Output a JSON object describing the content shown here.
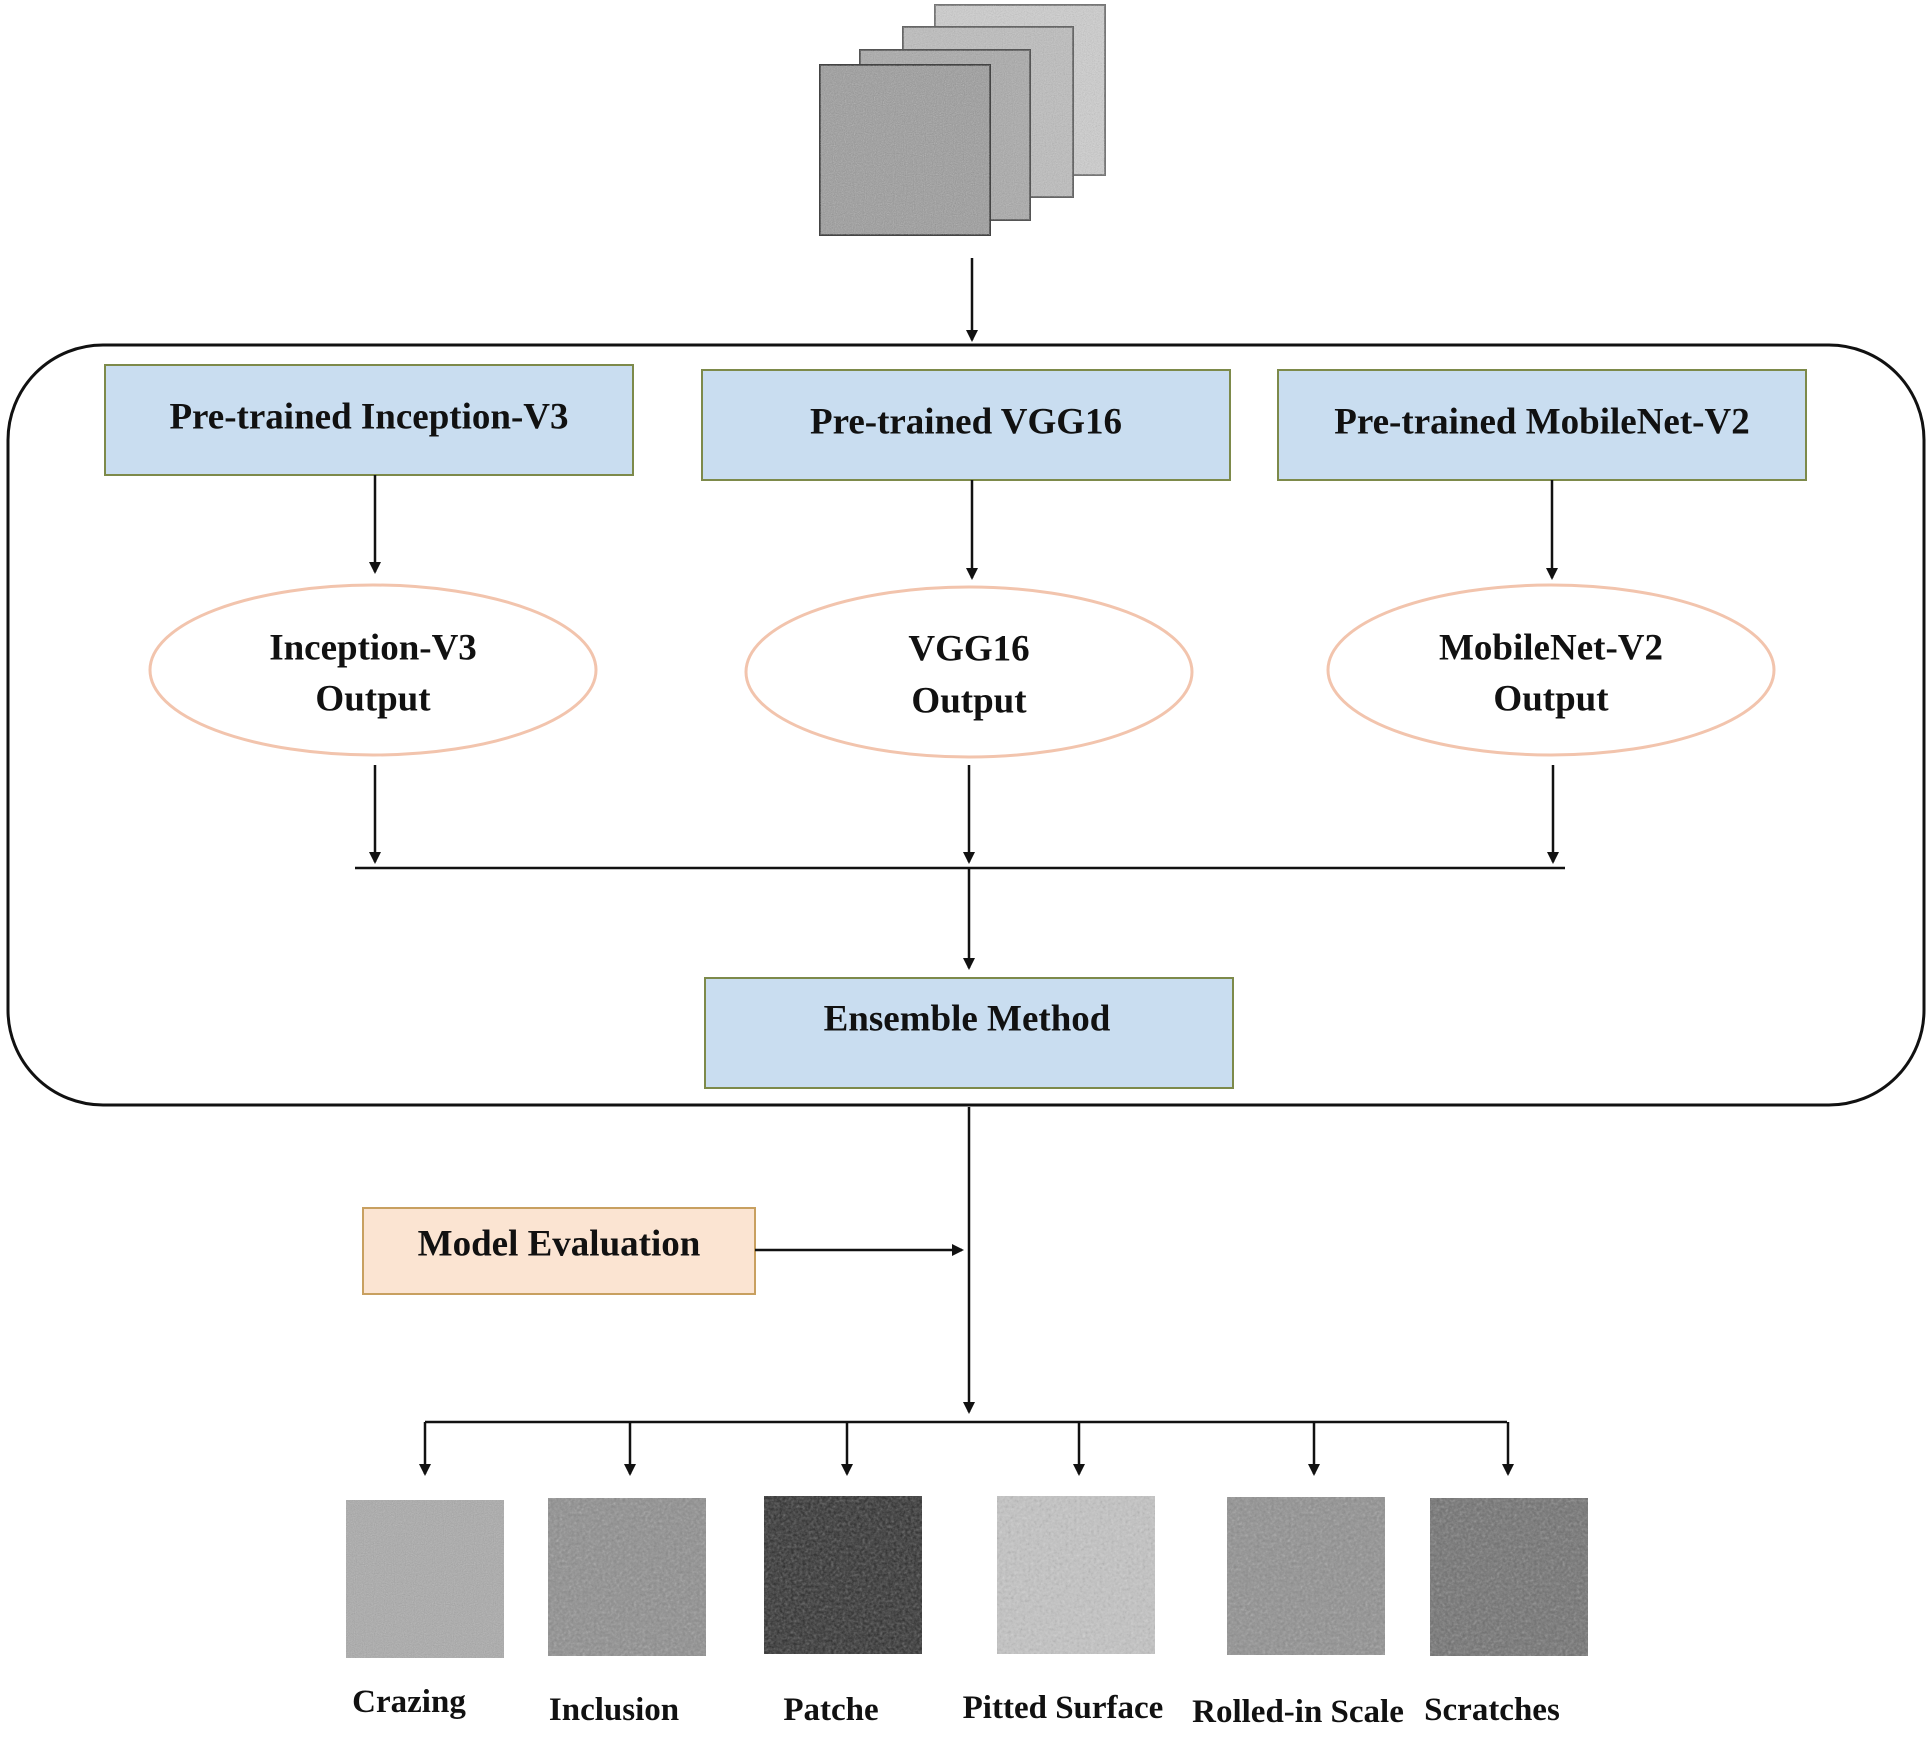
{
  "colors": {
    "model_box_fill": "#c9ddf0",
    "model_box_stroke": "#7d8a4a",
    "ellipse_stroke": "#f2c4ad",
    "eval_box_fill": "#fbe4d2",
    "eval_box_stroke": "#c8a060",
    "line": "#111111"
  },
  "models": [
    {
      "box_label": "Pre-trained Inception-V3",
      "output_line1": "Inception-V3",
      "output_line2": "Output"
    },
    {
      "box_label": "Pre-trained VGG16",
      "output_line1": "VGG16",
      "output_line2": "Output"
    },
    {
      "box_label": "Pre-trained MobileNet-V2",
      "output_line1": "MobileNet-V2",
      "output_line2": "Output"
    }
  ],
  "ensemble": {
    "label": "Ensemble Method"
  },
  "evaluation": {
    "label": "Model Evaluation"
  },
  "defect_classes": [
    "Crazing",
    "Inclusion",
    "Patche",
    "Pitted Surface",
    "Rolled-in Scale",
    "Scratches"
  ]
}
